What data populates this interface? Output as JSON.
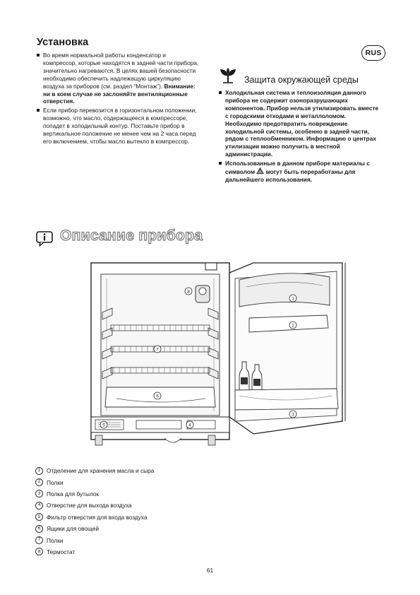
{
  "installation": {
    "title": "Установка",
    "items": [
      {
        "text": "Во время нормальной работы конденсатор и компрессор, которые находятся в задней части прибора, значительно нагреваются. В целях вашей безопасности необходимо обеспечить надлежащую циркуляцию воздуха за приборов (см. раздел “Монтаж”).",
        "warning": "Внимание: ни в коем случае не заслоняйте вентиляционные отверстия."
      },
      {
        "text": "Если прибор перевозится в горизонтальном положении, возможно, что масло, содержащееся в компрессоре, попадет в холодильный контур. Поставьте прибор в вертикальное положение не менее чем на 2 часа перед его включением, чтобы масло вытекло в компрессор."
      }
    ]
  },
  "language_badge": "RUS",
  "environment": {
    "title": "Защита окружающей среды",
    "items": [
      {
        "text": "Холодильная система и теплоизоляция данного прибора не содержит озоноразрушающих компонентов. Прибор нельзя утилизировать вместе с городскими отходами и металлоломом. Необходимо предотвратить повреждение холодильной системы, особенно в задней части, рядом с теплообменником. Информацию о центрах утилизации можно получить в местной администрации."
      },
      {
        "text_before": "Использованные в данном приборе материалы с символом",
        "text_after": "могут быть переработаны для дальнейшего использования."
      }
    ]
  },
  "description": {
    "title": "Описание прибора",
    "callouts": [
      "1",
      "2",
      "3",
      "4",
      "5",
      "6",
      "7",
      "8"
    ],
    "legend": [
      {
        "num": "1",
        "label": "Отделение для хранения масла и сыра"
      },
      {
        "num": "2",
        "label": "Полки"
      },
      {
        "num": "3",
        "label": "Полка для бутылок"
      },
      {
        "num": "4",
        "label": "Отверстие для выхода воздуха"
      },
      {
        "num": "5",
        "label": "Фильтр отверстия для входа воздуха"
      },
      {
        "num": "6",
        "label": "Ящики для овощей"
      },
      {
        "num": "7",
        "label": "Полки"
      },
      {
        "num": "8",
        "label": "Термостат"
      }
    ]
  },
  "page_number": "61"
}
